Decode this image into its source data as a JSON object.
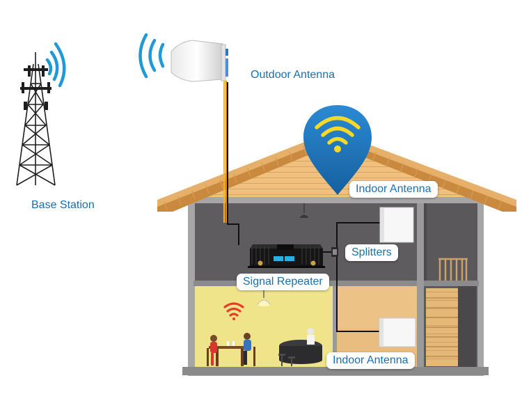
{
  "labels": {
    "base_station": "Base Station",
    "outdoor_antenna": "Outdoor Antenna",
    "indoor_antenna_top": "Indoor Antenna",
    "splitters": "Splitters",
    "signal_repeater": "Signal Repeater",
    "indoor_antenna_bottom": "Indoor Antenna"
  },
  "colors": {
    "signal_blue": "#1f9ad6",
    "pin_blue": "#1b78c1",
    "wifi_yellow": "#f5d82a",
    "wifi_red": "#e43c2c",
    "roof": "#e8b36a",
    "roof_trim": "#c98a3f",
    "wall_outer": "#a9a9a9",
    "room_dark": "#5f5d5f",
    "room_lit": "#f1e58a",
    "room_floor": "#e7ba7a",
    "label_text": "#1a6fb0"
  },
  "icons": [
    "cell-tower-icon",
    "outdoor-antenna-icon",
    "wifi-pin-icon",
    "signal-repeater-icon",
    "splitter-icon",
    "indoor-panel-antenna-icon",
    "wifi-icon"
  ]
}
